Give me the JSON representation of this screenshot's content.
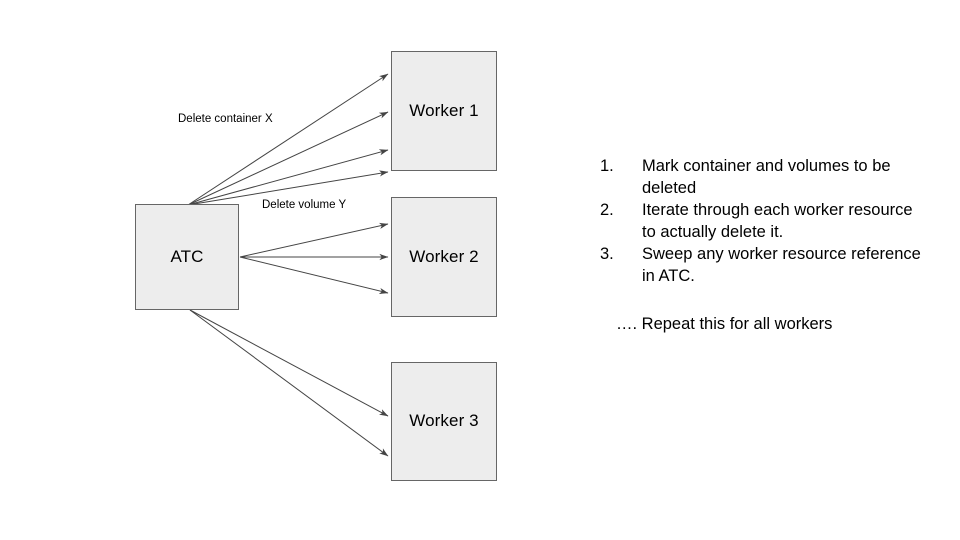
{
  "diagram": {
    "nodes": [
      {
        "id": "atc",
        "label": "ATC"
      },
      {
        "id": "worker-1",
        "label": "Worker 1"
      },
      {
        "id": "worker-2",
        "label": "Worker 2"
      },
      {
        "id": "worker-3",
        "label": "Worker 3"
      }
    ],
    "edge_labels": [
      {
        "id": "delete-container-x",
        "text": "Delete container X"
      },
      {
        "id": "delete-volume-y",
        "text": "Delete volume Y"
      }
    ],
    "edges": [
      {
        "from": "atc",
        "to": "worker-1",
        "count": 4
      },
      {
        "from": "atc",
        "to": "worker-2",
        "count": 3
      },
      {
        "from": "atc",
        "to": "worker-3",
        "count": 2
      }
    ],
    "colors": {
      "node_fill": "#ededed",
      "node_border": "#666666",
      "arrow": "#444444",
      "background": "#ffffff",
      "text": "#000000"
    }
  },
  "steps": {
    "items": [
      {
        "number": "1.",
        "text": "Mark container and volumes to be deleted"
      },
      {
        "number": "2.",
        "text": "Iterate through each worker resource to actually delete it."
      },
      {
        "number": "3.",
        "text": "Sweep any worker resource reference in ATC."
      }
    ],
    "note": "…. Repeat this for all workers"
  }
}
